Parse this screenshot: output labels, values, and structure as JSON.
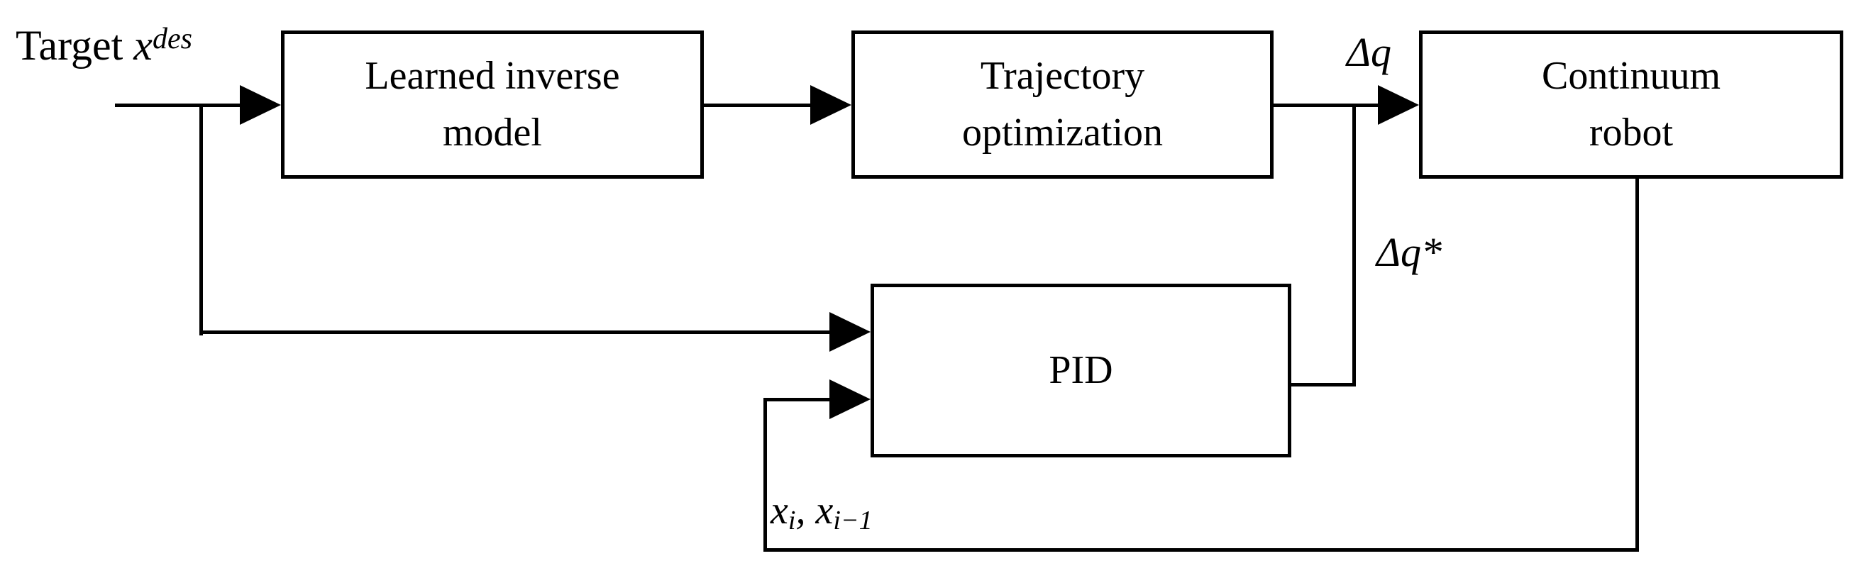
{
  "nodes": {
    "learned": {
      "line1": "Learned inverse",
      "line2": "model"
    },
    "trajectory": {
      "line1": "Trajectory",
      "line2": "optimization"
    },
    "continuum": {
      "line1": "Continuum",
      "line2": "robot"
    },
    "pid": {
      "line1": "PID"
    }
  },
  "labels": {
    "target": {
      "prefix": "Target ",
      "variable": "x",
      "superscript": "des"
    },
    "delta_q": "Δq",
    "delta_q_star": "Δq*",
    "feedback": {
      "var1": "x",
      "sub1": "i",
      "separator": ", ",
      "var2": "x",
      "sub2": "i−1"
    }
  },
  "colors": {
    "stroke": "#000000",
    "background": "#ffffff",
    "text": "#000000"
  }
}
